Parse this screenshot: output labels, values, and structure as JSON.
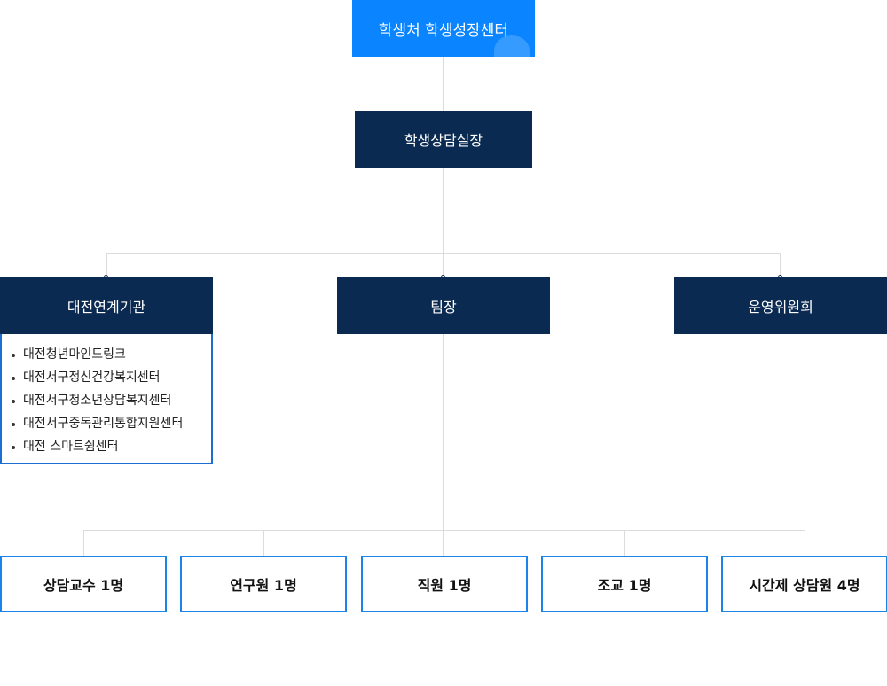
{
  "top": {
    "label": "학생처 학생성장센터"
  },
  "manager": {
    "label": "학생상담실장"
  },
  "level2": {
    "partner": {
      "label": "대전연계기관",
      "items": [
        "대전청년마인드링크",
        "대전서구정신건강복지센터",
        "대전서구청소년상담복지센터",
        "대전서구중독관리통합지원센터",
        "대전 스마트쉼센터"
      ]
    },
    "leader": {
      "label": "팀장"
    },
    "committee": {
      "label": "운영위원회"
    }
  },
  "staff": [
    {
      "label": "상담교수 1명"
    },
    {
      "label": "연구원 1명"
    },
    {
      "label": "직원 1명"
    },
    {
      "label": "조교 1명"
    },
    {
      "label": "시간제 상담원 4명"
    }
  ],
  "colors": {
    "top_box": "#0a85ff",
    "navy_box": "#0a2a52",
    "outline_blue": "#1a84e8",
    "connector": "#dcdcdc"
  }
}
